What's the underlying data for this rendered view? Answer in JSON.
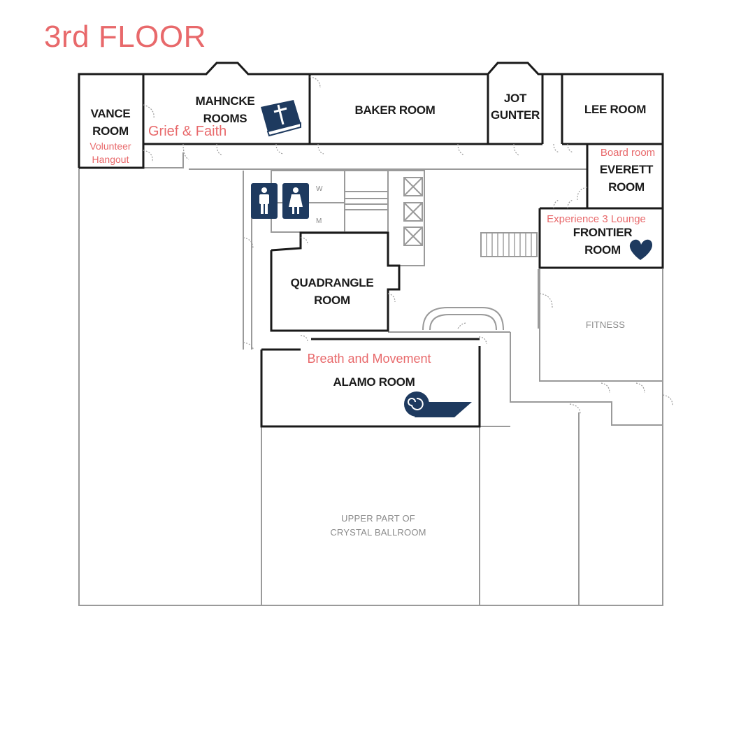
{
  "title": "3rd FLOOR",
  "colors": {
    "accent": "#e8696b",
    "icon": "#1e3a5f",
    "wall": "#1a1a1a",
    "light_wall": "#9a9a9a"
  },
  "rooms": {
    "vance": [
      "VANCE",
      "ROOM"
    ],
    "mahncke": [
      "MAHNCKE",
      "ROOMS"
    ],
    "baker": "BAKER ROOM",
    "jot": [
      "JOT",
      "GUNTER"
    ],
    "lee": "LEE ROOM",
    "everett": [
      "EVERETT",
      "ROOM"
    ],
    "frontier": [
      "FRONTIER",
      "ROOM"
    ],
    "quadrangle": [
      "QUADRANGLE",
      "ROOM"
    ],
    "alamo": "ALAMO ROOM",
    "fitness": "FITNESS",
    "ballroom": [
      "UPPER PART OF",
      "CRYSTAL BALLROOM"
    ],
    "women": "W",
    "men": "M"
  },
  "annotations": {
    "grief": "Grief & Faith",
    "volunteer": [
      "Volunteer",
      "Hangout"
    ],
    "board": "Board room",
    "experience": "Experience 3 Lounge",
    "breath": "Breath and Movement"
  },
  "icons": [
    "bible-icon",
    "men-restroom-icon",
    "women-restroom-icon",
    "heart-icon",
    "yoga-mat-icon"
  ]
}
